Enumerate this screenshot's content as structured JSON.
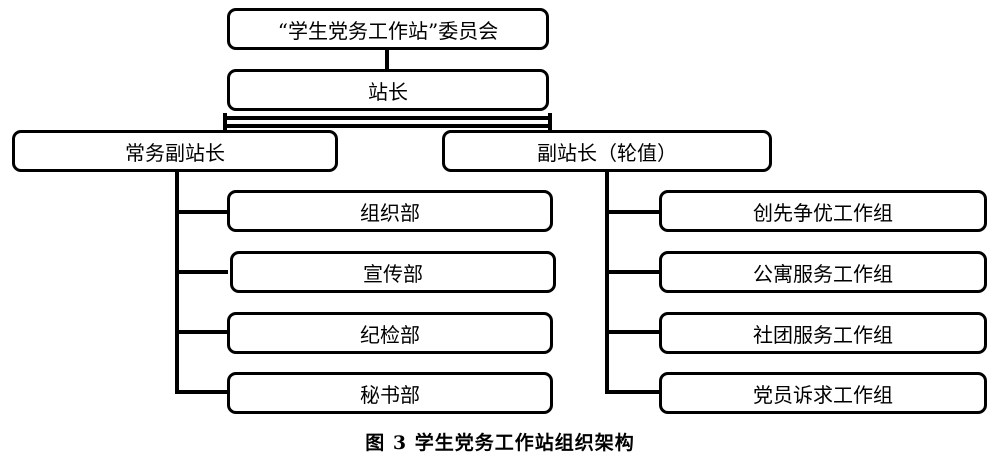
{
  "committee": "“学生党务工作站”委员会",
  "chief": "站长",
  "exec_deputy": {
    "label": "常务副站长",
    "departments": [
      "组织部",
      "宣传部",
      "纪检部",
      "秘书部"
    ]
  },
  "deputy_rotating": {
    "label": "副站长（轮值）",
    "groups": [
      "创先争优工作组",
      "公寓服务工作组",
      "社团服务工作组",
      "党员诉求工作组"
    ]
  },
  "caption": "图 3  学生党务工作站组织架构"
}
